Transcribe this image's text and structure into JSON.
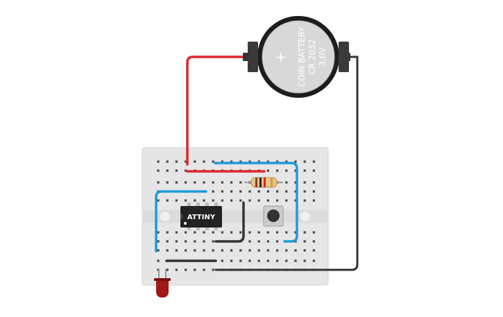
{
  "battery": {
    "line1": "COIN BATTERY",
    "line2": "CR 2032",
    "line3": "3.0V",
    "plus_symbol": "+"
  },
  "chip": {
    "label": "ATTINY"
  },
  "colors": {
    "wire_red": "#e0262c",
    "wire_blue": "#1e9bd7",
    "wire_black": "#333333",
    "led_red": "#a01818",
    "breadboard": "#e6e6e6",
    "battery_body": "#d8d8d8"
  },
  "components": {
    "led": "red-led",
    "resistor": "resistor",
    "button": "push-button"
  }
}
